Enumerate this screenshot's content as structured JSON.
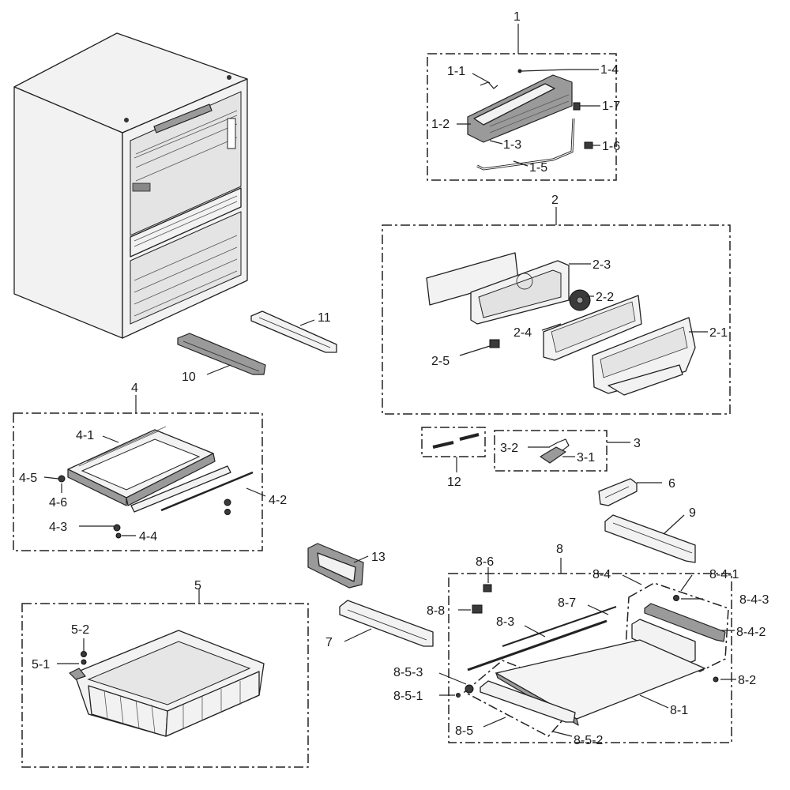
{
  "diagram": {
    "labels": {
      "g1": "1",
      "p1_1": "1-1",
      "p1_2": "1-2",
      "p1_3": "1-3",
      "p1_4": "1-4",
      "p1_5": "1-5",
      "p1_6": "1-6",
      "p1_7": "1-7",
      "g2": "2",
      "p2_1": "2-1",
      "p2_2": "2-2",
      "p2_3": "2-3",
      "p2_4": "2-4",
      "p2_5": "2-5",
      "g3": "3",
      "p3_1": "3-1",
      "p3_2": "3-2",
      "g4": "4",
      "p4_1": "4-1",
      "p4_2": "4-2",
      "p4_3": "4-3",
      "p4_4": "4-4",
      "p4_5": "4-5",
      "p4_6": "4-6",
      "g5": "5",
      "p5_1": "5-1",
      "p5_2": "5-2",
      "p6": "6",
      "p7": "7",
      "g8": "8",
      "p8_1": "8-1",
      "p8_2": "8-2",
      "p8_3": "8-3",
      "p8_4": "8-4",
      "p8_4_1": "8-4-1",
      "p8_4_2": "8-4-2",
      "p8_4_3": "8-4-3",
      "p8_5": "8-5",
      "p8_5_1": "8-5-1",
      "p8_5_2": "8-5-2",
      "p8_5_3": "8-5-3",
      "p8_6": "8-6",
      "p8_7": "8-7",
      "p8_8": "8-8",
      "p9": "9",
      "p10": "10",
      "p11": "11",
      "p12": "12",
      "p13": "13"
    }
  }
}
